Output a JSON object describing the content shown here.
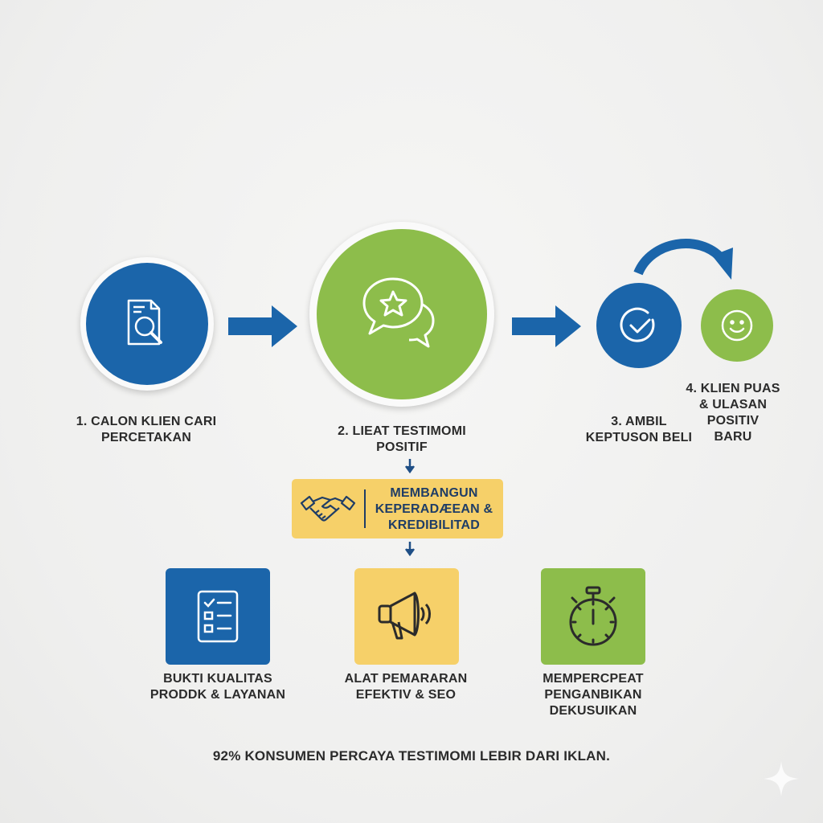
{
  "colors": {
    "blue": "#1b65aa",
    "green": "#8dbd4b",
    "yellow": "#f6d069",
    "text": "#2b2b2b"
  },
  "steps": [
    {
      "icon": "document-search-icon",
      "lines": [
        "1. CALON KLIEN CARI",
        "PERCETAKAN"
      ]
    },
    {
      "icon": "chat-star-icon",
      "lines": [
        "2. LIEAT TESTIMOMI",
        "POSITIF"
      ]
    },
    {
      "icon": "check-circle-icon",
      "lines": [
        "3. AMBIL",
        "KEPTUSON BELI"
      ]
    },
    {
      "icon": "smiley-icon",
      "lines": [
        "4. KLIEN PUAS",
        "& ULASAN",
        "POSITIV",
        "BARU"
      ]
    }
  ],
  "trust_box": {
    "icon": "handshake-icon",
    "lines": [
      "MEMBANGUN",
      "KEPERADÆEAN &",
      "KREDIBILITAD"
    ]
  },
  "benefits": [
    {
      "icon": "checklist-icon",
      "lines": [
        "BUKTI KUALITAS",
        "PRODDK & LAYANAN"
      ]
    },
    {
      "icon": "megaphone-icon",
      "lines": [
        "ALAT PEMARARAN",
        "EFEKTIV & SEO"
      ]
    },
    {
      "icon": "stopwatch-icon",
      "lines": [
        "MEMPERCPEAT",
        "PENGANBIKAN",
        "DEKUSUIKAN"
      ]
    }
  ],
  "footer": "92% KONSUMEN PERCAYA TESTIMOMI LEBIR DARI IKLAN."
}
